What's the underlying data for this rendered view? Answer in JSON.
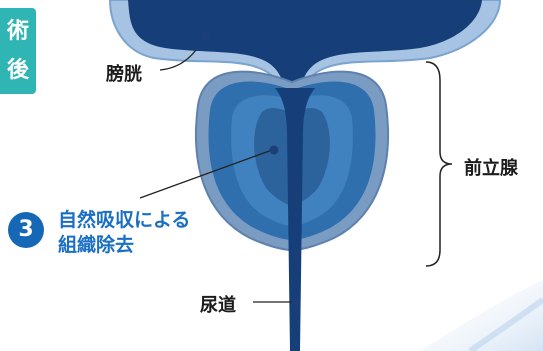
{
  "tab": {
    "label": "術後",
    "visible_text": "術\n後"
  },
  "labels": {
    "bladder": "膀胱",
    "prostate": "前立腺",
    "urethra": "尿道"
  },
  "step": {
    "number": "3",
    "line1": "自然吸収による",
    "line2": "組織除去"
  },
  "colors": {
    "accent_teal": "#2fb5b3",
    "step_blue": "#1667b5",
    "step_text": "#1b6fc2",
    "organ_dark": "#134a8a",
    "organ_mid": "#2e6fb2",
    "organ_light": "#8fb4d8"
  }
}
